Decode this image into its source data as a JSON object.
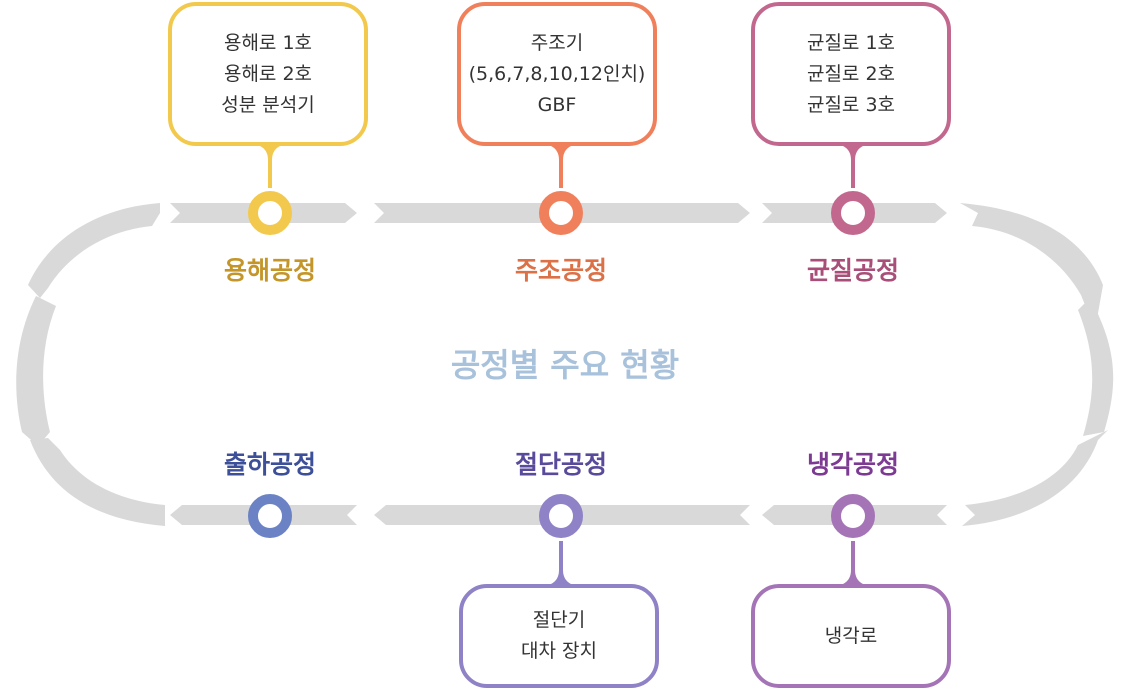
{
  "title": "공정별 주요 현황",
  "stages": [
    {
      "id": "melting",
      "name": "용해공정",
      "color": "#f2c94c",
      "labelColor": "#c4962a",
      "equipment": [
        "용해로 1호",
        "용해로 2호",
        "성분 분석기"
      ]
    },
    {
      "id": "casting",
      "name": "주조공정",
      "color": "#f0805c",
      "labelColor": "#dc7047",
      "equipment": [
        "주조기",
        "(5,6,7,8,10,12인치)",
        "GBF"
      ]
    },
    {
      "id": "homogenizing",
      "name": "균질공정",
      "color": "#c2688f",
      "labelColor": "#a84e78",
      "equipment": [
        "균질로 1호",
        "균질로 2호",
        "균질로 3호"
      ]
    },
    {
      "id": "cooling",
      "name": "냉각공정",
      "color": "#a474b6",
      "labelColor": "#7d3a93",
      "equipment": [
        "냉각로"
      ]
    },
    {
      "id": "cutting",
      "name": "절단공정",
      "color": "#8f82c6",
      "labelColor": "#5a4a9c",
      "equipment": [
        "절단기",
        "대차 장치"
      ]
    },
    {
      "id": "shipping",
      "name": "출하공정",
      "color": "#6b82c4",
      "labelColor": "#3d4f98",
      "equipment": []
    }
  ],
  "trackColor": "#d9d9d9"
}
